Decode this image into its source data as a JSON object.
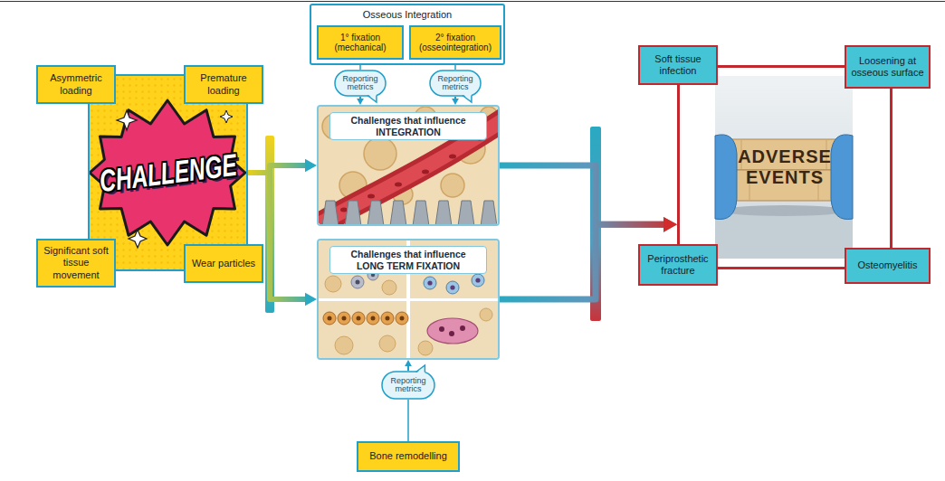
{
  "diagram": {
    "nodes": [
      {
        "text": [
          "Asymmetric loading"
        ]
      },
      {
        "text": [
          "Premature loading"
        ]
      },
      {
        "text": [
          "CHALLENGE"
        ]
      },
      {
        "text": [
          "Significant soft tissue movement"
        ]
      },
      {
        "text": [
          "Wear particles"
        ]
      },
      {
        "text": [
          "Osseous Integration"
        ]
      },
      {
        "text": [
          "1° fixation (mechanical)"
        ],
        "in": 5
      },
      {
        "text": [
          "2° fixation (osseointegration)"
        ],
        "in": 5
      },
      {
        "text": [
          "Reporting metrics"
        ]
      },
      {
        "text": [
          "Reporting metrics"
        ]
      },
      {
        "text": [
          "Challenges that influence INTEGRATION"
        ]
      },
      {
        "text": [
          "Challenges that influence LONG TERM FIXATION"
        ]
      },
      {
        "text": [
          "Reporting metrics"
        ]
      },
      {
        "text": [
          "Bone remodelling"
        ]
      },
      {
        "text": [
          "ADVERSE EVENTS"
        ]
      },
      {
        "text": [
          "Soft tissue infection"
        ]
      },
      {
        "text": [
          "Loosening at osseous surface"
        ]
      },
      {
        "text": [
          "Periprosthetic fracture"
        ]
      },
      {
        "text": [
          "Osteomyelitis"
        ]
      }
    ],
    "edges": [
      {
        "from": 2,
        "to": 10,
        "arrow": "to"
      },
      {
        "from": 2,
        "to": 11,
        "arrow": "to"
      },
      {
        "from": 6,
        "to": 8,
        "arrow": "none"
      },
      {
        "from": 7,
        "to": 9,
        "arrow": "none"
      },
      {
        "from": 8,
        "to": 10,
        "arrow": "to"
      },
      {
        "from": 9,
        "to": 10,
        "arrow": "to"
      },
      {
        "from": 13,
        "to": 12,
        "arrow": "none"
      },
      {
        "from": 12,
        "to": 11,
        "arrow": "to"
      },
      {
        "from": 10,
        "to": 14,
        "arrow": "to"
      },
      {
        "from": 11,
        "to": 14,
        "arrow": "to"
      }
    ]
  }
}
